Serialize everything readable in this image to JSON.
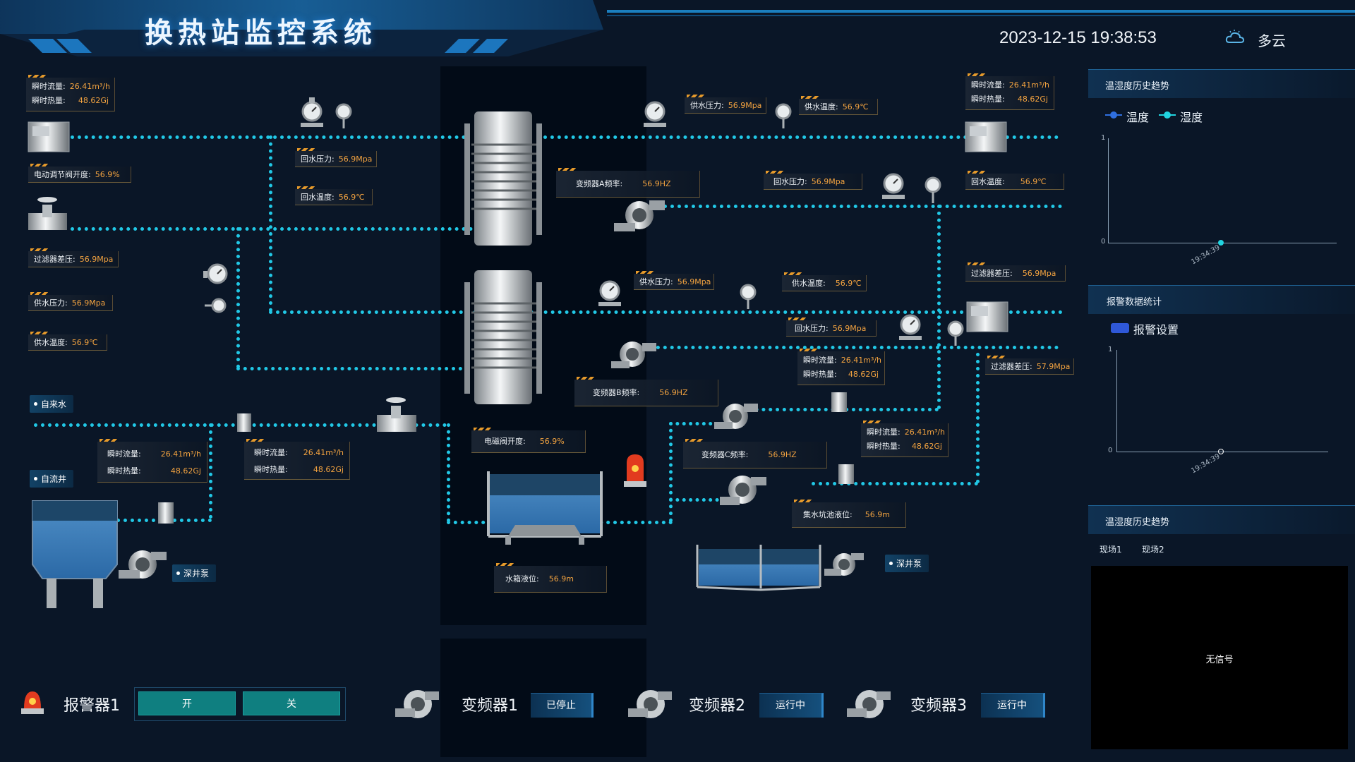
{
  "header": {
    "title": "换热站监控系统",
    "datetime": "2023-12-15 19:38:53",
    "weather": "多云"
  },
  "tags": {
    "flow_tl": {
      "l1": "瞬时流量:",
      "v1": "26.41m³/h",
      "l2": "瞬时热量:",
      "v2": "48.62Gj"
    },
    "valve_open_l": {
      "l": "电动调节阀开度:",
      "v": "56.9%"
    },
    "filter_dp_l": {
      "l": "过滤器差压:",
      "v": "56.9Mpa"
    },
    "supply_p_l": {
      "l": "供水压力:",
      "v": "56.9Mpa"
    },
    "supply_t_l": {
      "l": "供水温度:",
      "v": "56.9℃"
    },
    "return_p_c": {
      "l": "回水压力:",
      "v": "56.9Mpa"
    },
    "return_t_c": {
      "l": "回水温度:",
      "v": "56.9℃"
    },
    "supply_p_top": {
      "l": "供水压力:",
      "v": "56.9Mpa"
    },
    "supply_t_top": {
      "l": "供水温度:",
      "v": "56.9℃"
    },
    "flow_tr": {
      "l1": "瞬时流量:",
      "v1": "26.41m³/h",
      "l2": "瞬时热量:",
      "v2": "48.62Gj"
    },
    "vfd_a": {
      "l": "变频器A频率:",
      "v": "56.9HZ"
    },
    "return_p_r1": {
      "l": "回水压力:",
      "v": "56.9Mpa"
    },
    "return_t_r": {
      "l": "回水温度:",
      "v": "56.9℃"
    },
    "filter_dp_r": {
      "l": "过滤器差压:",
      "v": "56.9Mpa"
    },
    "supply_p_mid": {
      "l": "供水压力:",
      "v": "56.9Mpa"
    },
    "supply_t_mid": {
      "l": "供水温度:",
      "v": "56.9℃"
    },
    "return_p_r2": {
      "l": "回水压力:",
      "v": "56.9Mpa"
    },
    "flow_mid": {
      "l1": "瞬时流量:",
      "v1": "26.41m³/h",
      "l2": "瞬时热量:",
      "v2": "48.62Gj"
    },
    "filter_dp_r2": {
      "l": "过滤器差压:",
      "v": "57.9Mpa"
    },
    "vfd_b": {
      "l": "变频器B频率:",
      "v": "56.9HZ"
    },
    "flow_r3": {
      "l1": "瞬时流量:",
      "v1": "26.41m³/h",
      "l2": "瞬时热量:",
      "v2": "48.62Gj"
    },
    "vfd_c": {
      "l": "变频器C频率:",
      "v": "56.9HZ"
    },
    "solenoid": {
      "l": "电磁阀开度:",
      "v": "56.9%"
    },
    "flow_bl1": {
      "l1": "瞬时流量:",
      "v1": "26.41m³/h",
      "l2": "瞬时热量:",
      "v2": "48.62Gj"
    },
    "flow_bl2": {
      "l1": "瞬时流量:",
      "v1": "26.41m³/h",
      "l2": "瞬时热量:",
      "v2": "48.62Gj"
    },
    "tank_level": {
      "l": "水箱液位:",
      "v": "56.9m"
    },
    "sump_level": {
      "l": "集水坑池液位:",
      "v": "56.9m"
    }
  },
  "labels": {
    "tap_water": "自来水",
    "artesian": "自流井",
    "deep_pump_l": "深井泵",
    "deep_pump_r": "深井泵"
  },
  "panels": {
    "trend": {
      "title": "温湿度历史趋势",
      "legend_temp": "温度",
      "legend_hum": "湿度",
      "y_max": "1",
      "y_min": "0",
      "x_tick": "19:34:39",
      "temp_color": "#2f6fe0",
      "hum_color": "#21d4e0"
    },
    "alarm": {
      "title": "报警数据统计",
      "legend": "报警设置",
      "y_max": "1",
      "y_min": "0",
      "x_tick": "19:34:39",
      "color": "#2f58d8"
    },
    "video": {
      "title": "温湿度历史趋势",
      "tab1": "现场1",
      "tab2": "现场2",
      "no_signal": "无信号"
    }
  },
  "bottom": {
    "alarm_label": "报警器1",
    "on": "开",
    "off": "关",
    "vfd1": "变频器1",
    "vfd1_status": "已停止",
    "vfd2": "变频器2",
    "vfd2_status": "运行中",
    "vfd3": "变频器3",
    "vfd3_status": "运行中"
  }
}
